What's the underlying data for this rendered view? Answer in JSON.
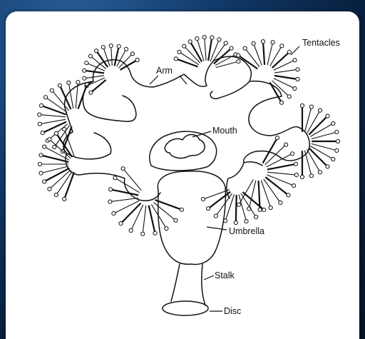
{
  "diagram": {
    "labels": {
      "tentacles": "Tentacles",
      "arm": "Arm",
      "mouth": "Mouth",
      "umbrella": "Umbrella",
      "stalk": "Stalk",
      "disc": "Disc"
    },
    "colors": {
      "background": "#0a2a55",
      "card": "#ffffff",
      "ink": "#111111"
    }
  }
}
